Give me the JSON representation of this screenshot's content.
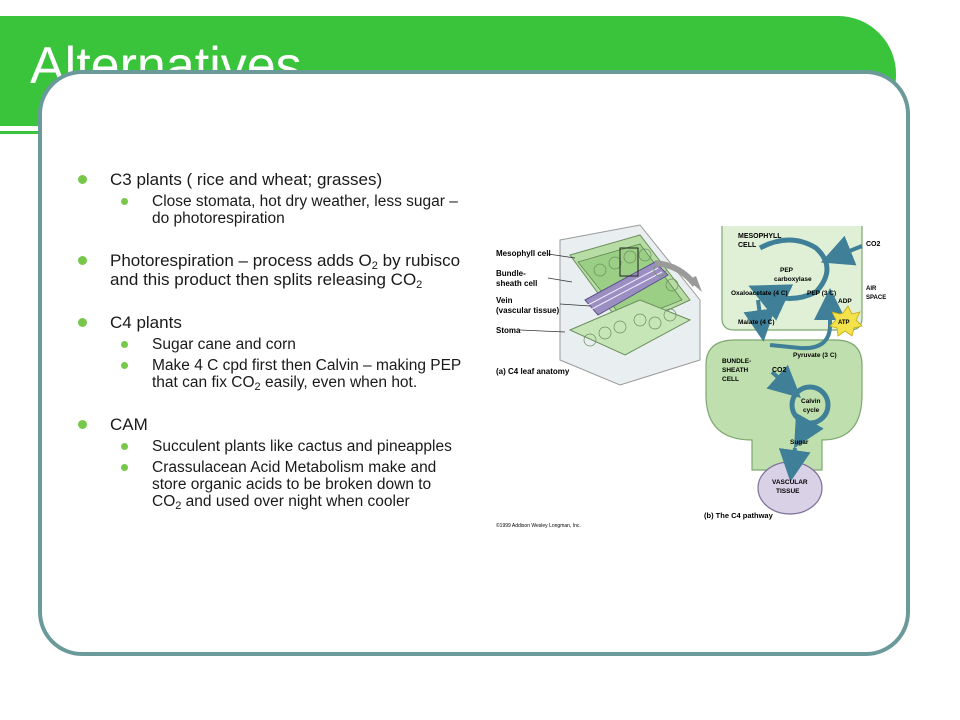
{
  "slide": {
    "title": "Alternatives",
    "accent_color": "#39c43b",
    "frame_color": "#6b9a9a",
    "bullet_color": "#77c84a"
  },
  "bullets": {
    "c3": {
      "text": "C3 plants ( rice and wheat; grasses)",
      "sub1": "Close stomata, hot dry weather, less sugar – do photorespiration"
    },
    "photo": {
      "part1": "Photorespiration – process adds O",
      "sub_a": "2",
      "part2": " by rubisco and this product then splits releasing CO",
      "sub_b": "2"
    },
    "c4": {
      "text": "C4 plants",
      "sub1": "Sugar cane and corn",
      "sub2_part1": "Make 4 C cpd first then Calvin – making PEP that can fix CO",
      "sub2_sub": "2",
      "sub2_part2": " easily, even when hot."
    },
    "cam": {
      "text": "CAM",
      "sub1": "Succulent plants like cactus and pineapples",
      "sub2_part1": "Crassulacean Acid Metabolism make and store organic acids to be broken down to CO",
      "sub2_sub": "2",
      "sub2_part2": " and used over night when cooler"
    }
  },
  "figure": {
    "leaf": {
      "label_mesophyll": "Mesophyll cell",
      "label_bundle_1": "Bundle-",
      "label_bundle_2": "sheath cell",
      "label_vein_1": "Vein",
      "label_vein_2": "(vascular tissue)",
      "label_stoma": "Stoma",
      "caption": "(a) C4 leaf anatomy",
      "copyright": "©1999 Addison Wesley Longman, Inc."
    },
    "pathway": {
      "mesophyll_1": "MESOPHYLL",
      "mesophyll_2": "CELL",
      "co2_in": "CO2",
      "air_1": "AIR",
      "air_2": "SPACE",
      "pep_carb_1": "PEP",
      "pep_carb_2": "carboxylase",
      "oxaloacetate": "Oxaloacetate (4 C)",
      "pep3c": "PEP (3 C)",
      "adp": "ADP",
      "atp": "ATP",
      "malate": "Malate (4 C)",
      "pyruvate": "Pyruvate (3 C)",
      "bundle_1": "BUNDLE-",
      "bundle_2": "SHEATH",
      "bundle_3": "CELL",
      "co2_bundle": "CO2",
      "calvin_1": "Calvin",
      "calvin_2": "cycle",
      "sugar": "Sugar",
      "vascular_1": "VASCULAR",
      "vascular_2": "TISSUE",
      "caption": "(b) The C4 pathway"
    }
  }
}
